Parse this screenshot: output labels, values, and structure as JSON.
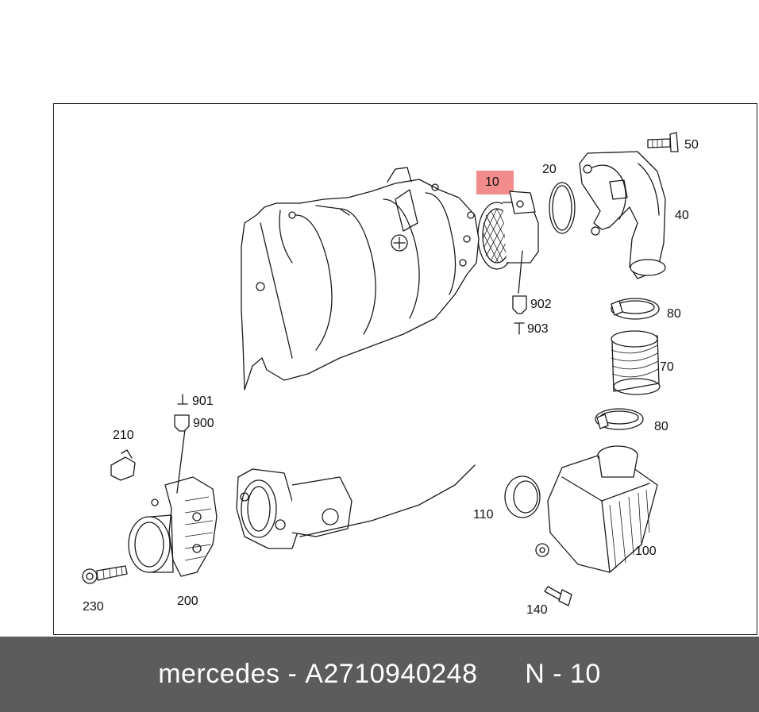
{
  "diagram": {
    "callouts": {
      "p10": "10",
      "p20": "20",
      "p40": "40",
      "p50": "50",
      "p70": "70",
      "p80a": "80",
      "p80b": "80",
      "p100": "100",
      "p110": "110",
      "p140": "140",
      "p200": "200",
      "p210": "210",
      "p230": "230",
      "p900": "900",
      "p901": "901",
      "p902": "902",
      "p903": "903"
    },
    "highlighted_part": "10",
    "highlight_color": "#f28b8b"
  },
  "footer": {
    "brand": "mercedes",
    "separator": "-",
    "part_number": "A2710940248",
    "position_label": "N - 10"
  },
  "colors": {
    "footer_background": "#5c5c5c",
    "line": "#1a1a1a"
  }
}
